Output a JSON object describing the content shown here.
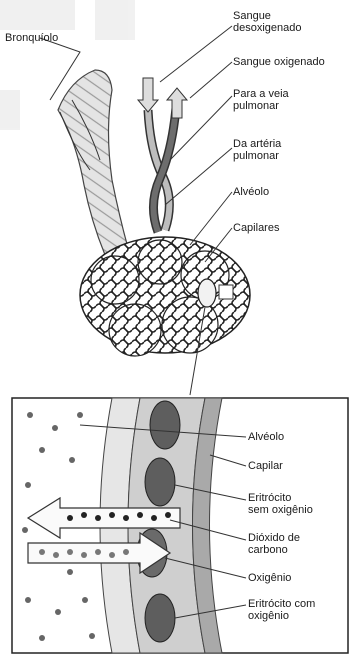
{
  "top_labels": {
    "bronquiolo": "Bronquíolo",
    "sangue_desoxigenado": "Sangue\ndesoxigenado",
    "sangue_oxigenado": "Sangue oxigenado",
    "para_veia": "Para a veia\npulmonar",
    "da_arteria": "Da artéria\npulmonar",
    "alveolo": "Alvéolo",
    "capilares": "Capilares"
  },
  "bottom_labels": {
    "alveolo": "Alvéolo",
    "capilar": "Capilar",
    "eritrocito_sem": "Eritrócito\nsem oxigênio",
    "dioxido": "Dióxido de\ncarbono",
    "oxigenio": "Oxigênio",
    "eritrocito_com": "Eritrócito com\noxigênio"
  }
}
